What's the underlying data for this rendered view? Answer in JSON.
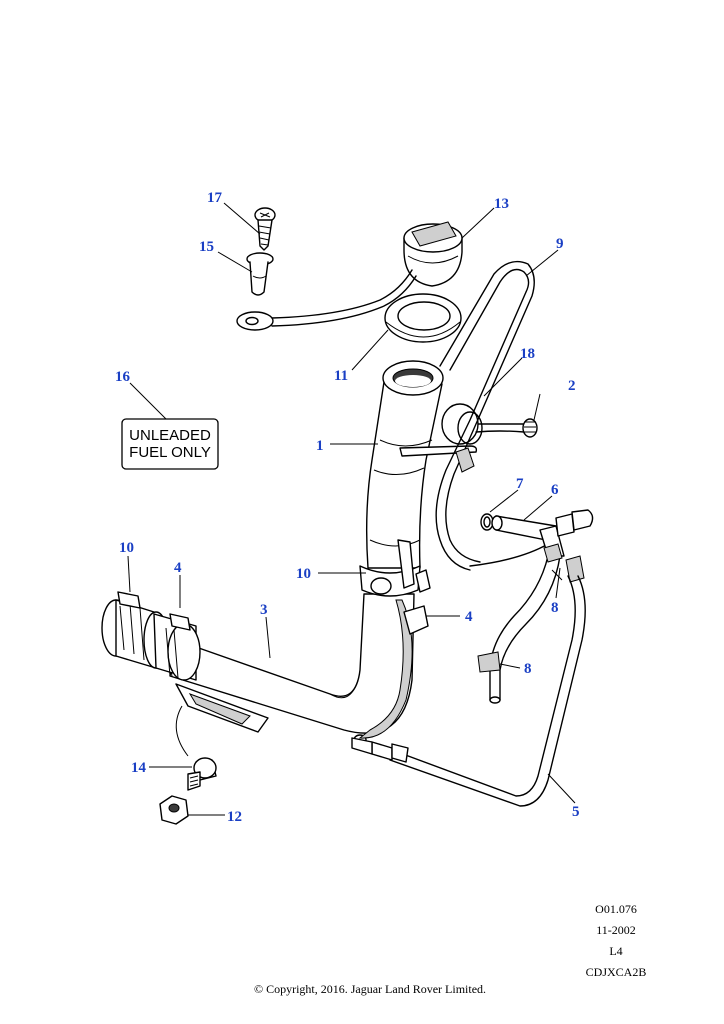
{
  "label_sticker": {
    "line1": "UNLEADED",
    "line2": "FUEL ONLY"
  },
  "callouts": {
    "c1": "1",
    "c2": "2",
    "c3": "3",
    "c4a": "4",
    "c4b": "4",
    "c5": "5",
    "c6": "6",
    "c7": "7",
    "c8a": "8",
    "c8b": "8",
    "c9": "9",
    "c10a": "10",
    "c10b": "10",
    "c11": "11",
    "c12": "12",
    "c13": "13",
    "c14": "14",
    "c15": "15",
    "c16": "16",
    "c17": "17",
    "c18": "18"
  },
  "meta": {
    "ref": "O01.076",
    "date": "11-2002",
    "level": "L4",
    "code": "CDJXCA2B",
    "copyright": "© Copyright, 2016. Jaguar Land Rover Limited."
  },
  "colors": {
    "callout": "#1a3fc4",
    "line": "#000000"
  }
}
